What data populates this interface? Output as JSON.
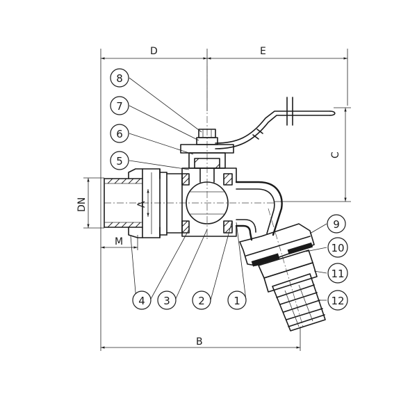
{
  "dimensions": {
    "d": "D",
    "e": "E",
    "c": "C",
    "dn": "DN",
    "a": "A",
    "m": "M",
    "b": "B"
  },
  "parts": [
    "1",
    "2",
    "3",
    "4",
    "5",
    "6",
    "7",
    "8",
    "9",
    "10",
    "11",
    "12"
  ]
}
